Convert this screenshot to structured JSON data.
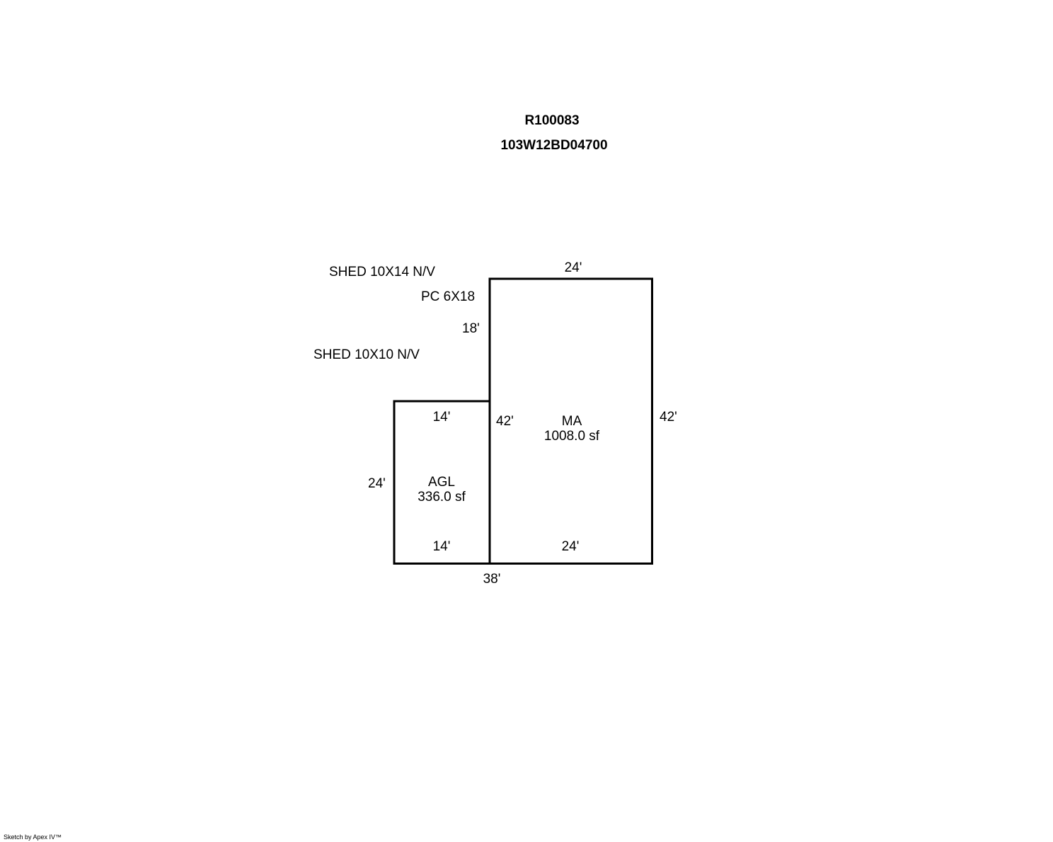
{
  "header": {
    "account_id": "R100083",
    "map_tax_lot": "103W12BD04700"
  },
  "notes": {
    "shed_1": "SHED 10X14 N/V",
    "porch": "PC 6X18",
    "porch_dim": "18'",
    "shed_2": "SHED 10X10 N/V"
  },
  "areas": {
    "ma": {
      "code": "MA",
      "area": "1008.0 sf",
      "top": "24'",
      "bottom": "24'",
      "left": "42'",
      "right": "42'"
    },
    "agl": {
      "code": "AGL",
      "area": "336.0 sf",
      "top": "14'",
      "bottom": "14'",
      "left": "24'"
    }
  },
  "overall_width": "38'",
  "credit": "Sketch by Apex IV™",
  "colors": {
    "line": "#000000",
    "background": "#ffffff"
  }
}
